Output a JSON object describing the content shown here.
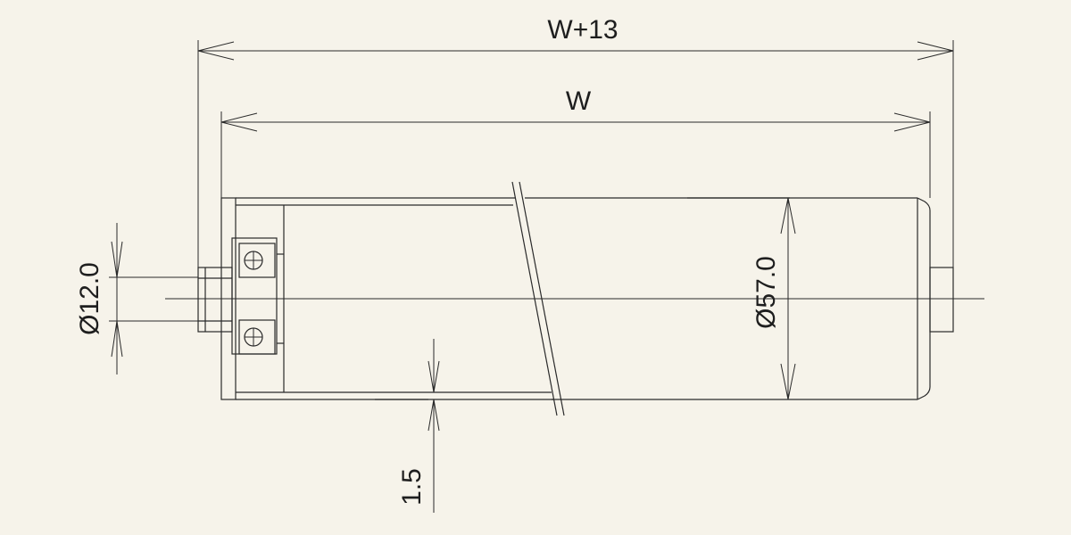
{
  "dimensions": {
    "overall_width": "W+13",
    "tube_width": "W",
    "shaft_diameter": "Ø12.0",
    "tube_diameter": "Ø57.0",
    "wall_thickness": "1.5"
  },
  "colors": {
    "background": "#f6f3ea",
    "line": "#2a2a2a"
  }
}
